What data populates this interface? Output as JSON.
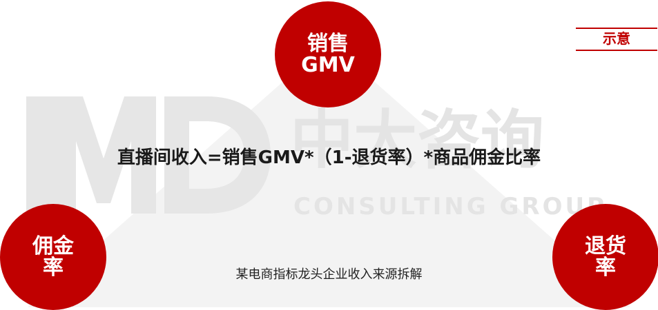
{
  "nodes": {
    "top": "销售\nGMV",
    "left": "佣金\n率",
    "right": "退货\n率"
  },
  "tag": "示意",
  "formula": "直播间收入=销售GMV*（1-退货率）*商品佣金比率",
  "caption": "某电商指标龙头企业收入来源拆解",
  "watermark": {
    "logo": "MD",
    "company": "中大咨询",
    "subtitle": "CONSULTING GROUP"
  },
  "colors": {
    "accent": "#c00000",
    "triangle": "#f2f2f2",
    "watermark": "#e3e3e3",
    "text": "#1a1a1a"
  }
}
